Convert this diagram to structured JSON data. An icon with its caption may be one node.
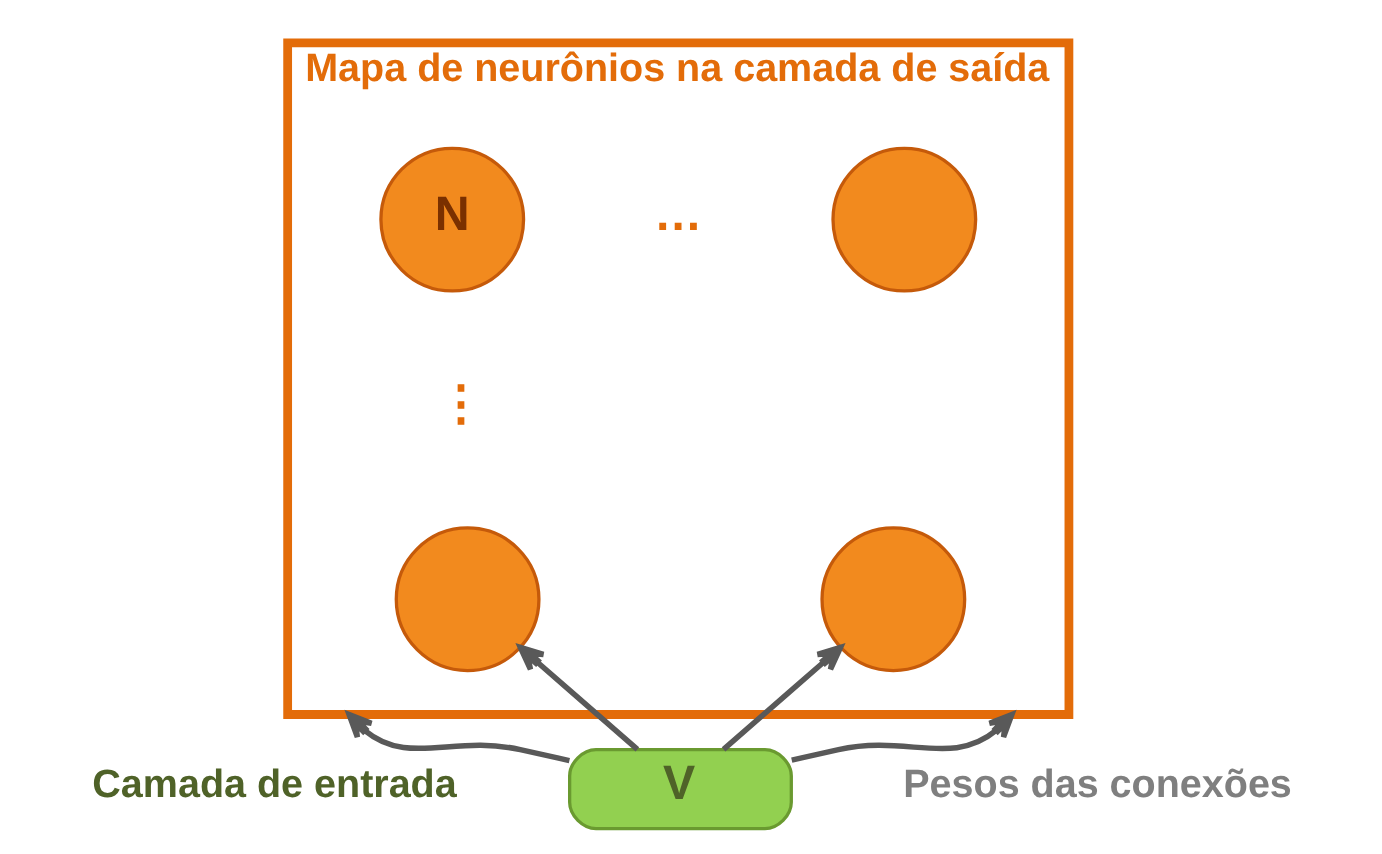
{
  "diagram": {
    "nodes": [
      {
        "text": [
          "Mapa de neurônios na camada de saída"
        ]
      },
      {
        "text": [
          "N"
        ],
        "in": 0
      },
      {
        "text": [],
        "shape": "circle",
        "in": 0
      },
      {
        "text": [],
        "shape": "circle",
        "in": 0
      },
      {
        "text": [],
        "shape": "circle",
        "in": 0
      },
      {
        "text": [
          "V"
        ],
        "beside": [
          "Camada de entrada"
        ]
      }
    ],
    "edges": [
      {
        "from": 5,
        "to": 3,
        "arrow": "to"
      },
      {
        "from": 5,
        "to": 0,
        "arrow": "to"
      },
      {
        "from": 5,
        "to": 0,
        "arrow": "to"
      },
      {
        "from": 5,
        "to": 4,
        "arrow": "to"
      }
    ],
    "labels": [
      "…",
      "⋮",
      "Pesos das conexões"
    ]
  }
}
